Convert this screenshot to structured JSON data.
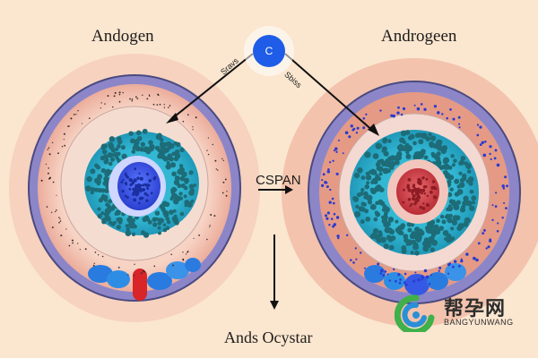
{
  "labels": {
    "top_left": "Andogen",
    "top_right": "Androgeen",
    "center_badge": "C",
    "arrow_left_text": "Sravs",
    "arrow_right_text": "Sbiss",
    "middle": "CSPAN",
    "bottom": "Ands Ocystar"
  },
  "watermark": {
    "chinese": "帮孕网",
    "english": "BANGYUNWANG"
  },
  "colors": {
    "background": "#fbe6cf",
    "outer_ring": "#f2c3ad",
    "purple_ring": "#8c86c9",
    "pink_tissue": "#e8a08e",
    "cyan_layer": "#29a8c8",
    "teal_dots": "#1d6c78",
    "core_blue": "#2f4fe0",
    "core_red": "#d9434a",
    "badge_blue": "#1f5ce8"
  }
}
